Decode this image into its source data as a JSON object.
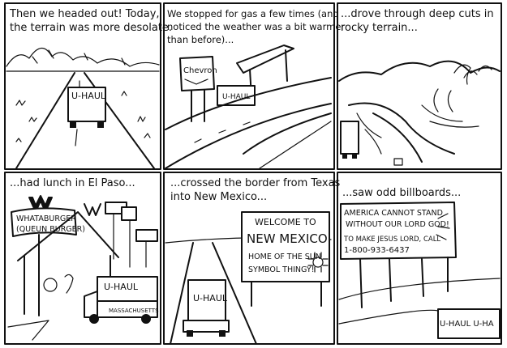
{
  "panels": [
    {
      "caption_lines": [
        "Then we headed out! Today,",
        "the terrain was more desolate."
      ],
      "truck_label": "U-HAUL"
    },
    {
      "caption_lines": [
        "We stopped for gas a few times (and",
        "noticed the weather was a bit warmer",
        "than before)..."
      ],
      "sign_label": "Chevron",
      "truck_label": "U-HAUL"
    },
    {
      "caption_lines": [
        "...drove through deep cuts in",
        "rocky terrain..."
      ]
    },
    {
      "caption_lines": [
        "...had lunch in El Paso..."
      ],
      "sign_lines": [
        "WHATABURGER",
        "(QUEUN BURGER)"
      ],
      "truck_label": "U-HAUL",
      "truck_side": "MASSACHUSETTS"
    },
    {
      "caption_lines": [
        "...crossed the border from Texas",
        "into New Mexico..."
      ],
      "sign_lines": [
        "WELCOME TO",
        "NEW MEXICO",
        "HOME OF THE SUN",
        "SYMBOL THINGY!"
      ],
      "truck_label": "U-HAUL"
    },
    {
      "caption_lines": [
        "...saw odd billboards..."
      ],
      "sign_lines": [
        "AMERICA CANNOT STAND",
        "WITHOUT OUR LORD GOD!",
        "TO MAKE JESUS LORD, CALL",
        "1-800-933-6437"
      ],
      "truck_label": "U-HAUL U-HA"
    }
  ]
}
